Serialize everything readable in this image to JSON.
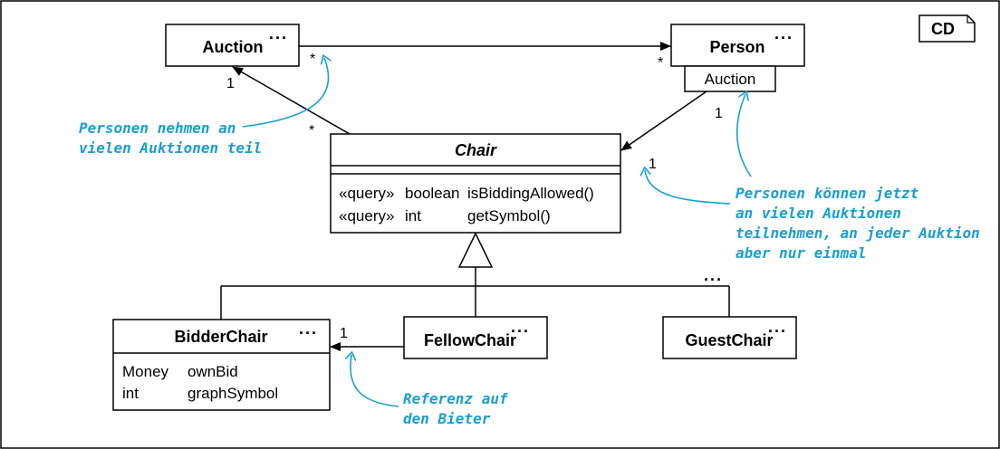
{
  "badge": "CD",
  "classes": {
    "auction": {
      "name": "Auction",
      "dots": "..."
    },
    "person": {
      "name": "Person",
      "dots": "...",
      "qualifier": "Auction"
    },
    "chair": {
      "name": "Chair",
      "method1": {
        "stereotype": "«query»",
        "type": "boolean",
        "name": "isBiddingAllowed()"
      },
      "method2": {
        "stereotype": "«query»",
        "type": "int",
        "name": "getSymbol()"
      }
    },
    "bidderChair": {
      "name": "BidderChair",
      "dots": "...",
      "attr1": {
        "type": "Money",
        "name": "ownBid"
      },
      "attr2": {
        "type": "int",
        "name": "graphSymbol"
      }
    },
    "fellowChair": {
      "name": "FellowChair",
      "dots": "..."
    },
    "guestChair": {
      "name": "GuestChair",
      "dots": "..."
    }
  },
  "hierarchy_dots": "...",
  "multiplicities": {
    "auction_person_auction_end": "*",
    "auction_person_person_end": "*",
    "chair_auction_auction_end": "1",
    "chair_auction_chair_end": "*",
    "person_chair_person_end": "1",
    "person_chair_chair_end": "1",
    "fellow_bidder": "1"
  },
  "notes": {
    "note1": {
      "line1": "Personen nehmen an",
      "line2": "vielen Auktionen teil"
    },
    "note2": {
      "line1": "Personen können jetzt",
      "line2": "an vielen Auktionen",
      "line3": "teilnehmen, an jeder Auktion",
      "line4": "aber nur einmal"
    },
    "note3": {
      "line1": "Referenz auf",
      "line2": "den Bieter"
    }
  },
  "colors": {
    "note": "#1a9fd0",
    "line": "#000000"
  }
}
